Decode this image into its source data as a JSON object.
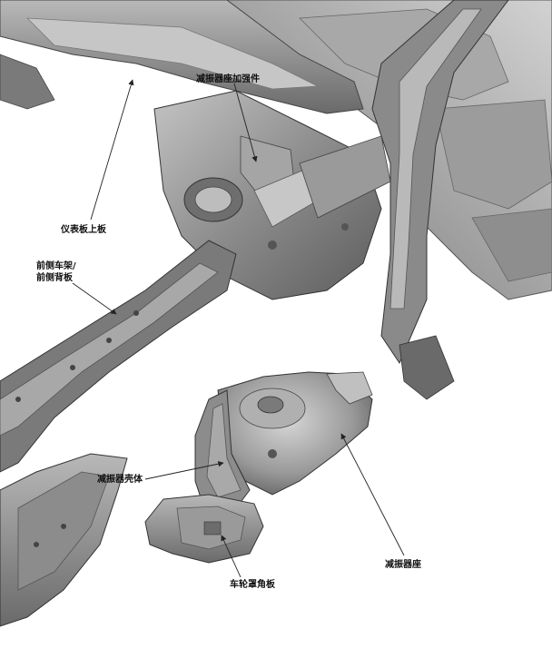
{
  "labels": {
    "shock_tower_reinforcement": "减振器座加强件",
    "dashboard_upper_panel": "仪表板上板",
    "front_side_frame": "前侧车架/\n前侧背板",
    "shock_absorber_housing": "减振器壳体",
    "shock_absorber_seat": "减振器座",
    "wheel_house_corner_panel": "车轮罩角板"
  },
  "colors": {
    "metal_dark": "#5e5e5e",
    "metal_mid": "#8a8a8a",
    "metal_light": "#b4b4b4",
    "metal_highlight": "#d0d0d0",
    "line": "#222222"
  }
}
